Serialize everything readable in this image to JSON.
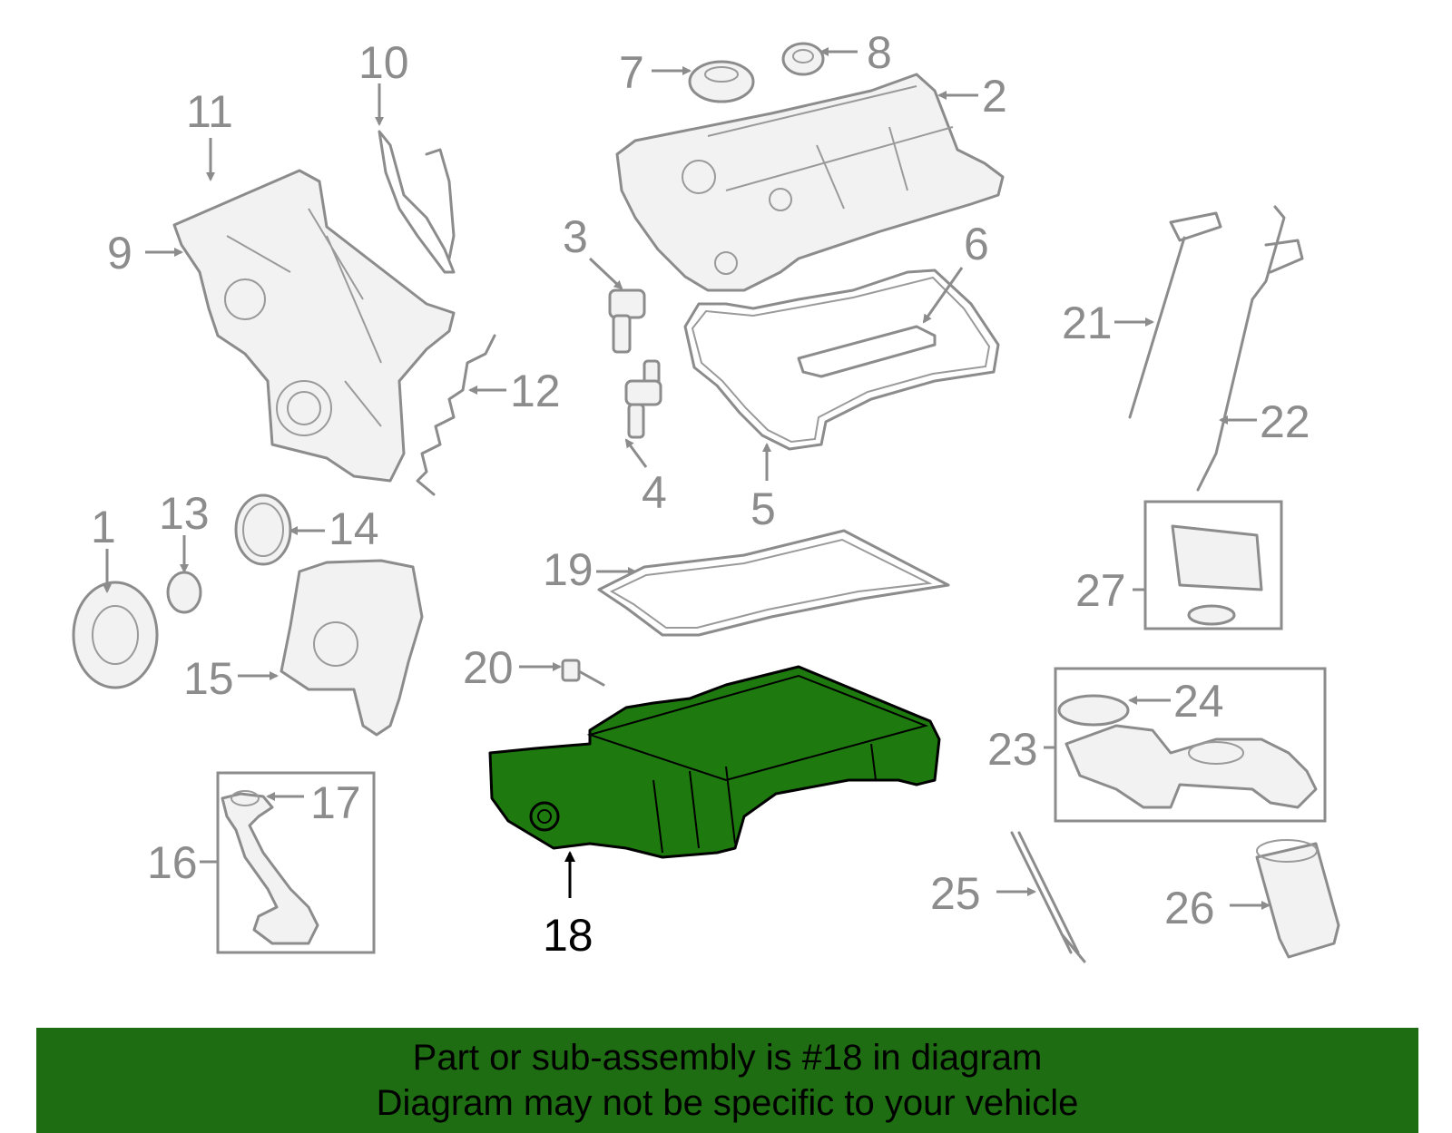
{
  "diagram": {
    "highlighted_part": "18",
    "highlight_color": "#1e7a0f",
    "callouts": [
      "1",
      "2",
      "3",
      "4",
      "5",
      "6",
      "7",
      "8",
      "9",
      "10",
      "11",
      "12",
      "13",
      "14",
      "15",
      "16",
      "17",
      "18",
      "19",
      "20",
      "21",
      "22",
      "23",
      "24",
      "25",
      "26",
      "27"
    ]
  },
  "banner": {
    "line1": "Part or sub-assembly is #18 in diagram",
    "line2": "Diagram may not be specific to your vehicle",
    "background": "#1e6d12"
  }
}
